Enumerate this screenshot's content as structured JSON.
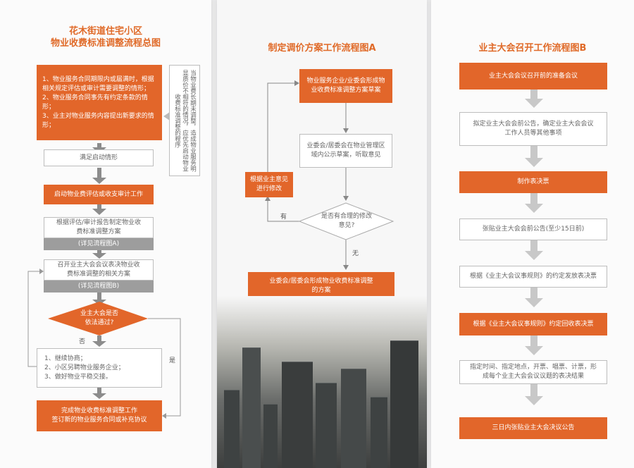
{
  "panel1": {
    "title_line1": "花木街道住宅小区",
    "title_line2": "物业收费标准调整流程总图",
    "conditions_box": "1、物业服务合同期限内或届满时，根据相关规定评估或审计需要调整的情形；\n2、物业服务合同事先有约定条款的情形；\n3、业主对物业服务内容提出新要求的情形；",
    "side_note": "当物业费长期未调整，造成物业服务明显质价不相符的情况，应优先启动物业收费标准调整的程序",
    "start_condition": "满足启动情形",
    "start_audit": "启动物业费评估或收支审计工作",
    "formulate_plan": "根据评估/审计报告制定物业收费标准调整方案",
    "see_flow_a": "(详见流程图A)",
    "convene_meeting": "召开业主大会会议表决物业收费标准调整的相关方案",
    "see_flow_b": "(详见流程图B)",
    "decision": "业主大会是否依法通过?",
    "no_label": "否",
    "yes_label": "是",
    "fallback_options": "1、继续协商；\n2、小区另聘物业服务企业；\n3、做好物业平稳交接。",
    "complete": "完成物业收费标准调整工作\n签订新的物业服务合同或补充协议"
  },
  "panel2": {
    "title": "制定调价方案工作流程图A",
    "draft": "物业服务企业/业委会形成物业收费标准调整方案草案",
    "publicize": "业委会/居委会在物业管理区域内公示草案，听取意见",
    "revise": "根据业主意见进行修改",
    "decision": "是否有合理的修改意见?",
    "yes_label": "有",
    "no_label": "无",
    "final": "业委会/居委会形成物业收费标准调整的方案"
  },
  "panel3": {
    "title": "业主大会召开工作流程图B",
    "steps": [
      "业主大会会议召开前的准备会议",
      "拟定业主大会会前公告，确定业主大会会议工作人员等其他事项",
      "制作表决票",
      "张贴业主大会会前公告(至少15日前)",
      "根据《业主大会议事规则》的约定发放表决票",
      "根据《业主大会议事规则》约定回收表决票",
      "指定时间、指定地点，开票、唱票、计票，形成每个业主大会会议议题的表决结果",
      "三日内张贴业主大会决议公告"
    ]
  },
  "colors": {
    "accent": "#e2662a",
    "grey": "#9d9d9d",
    "arrow": "#8c8c8c"
  }
}
